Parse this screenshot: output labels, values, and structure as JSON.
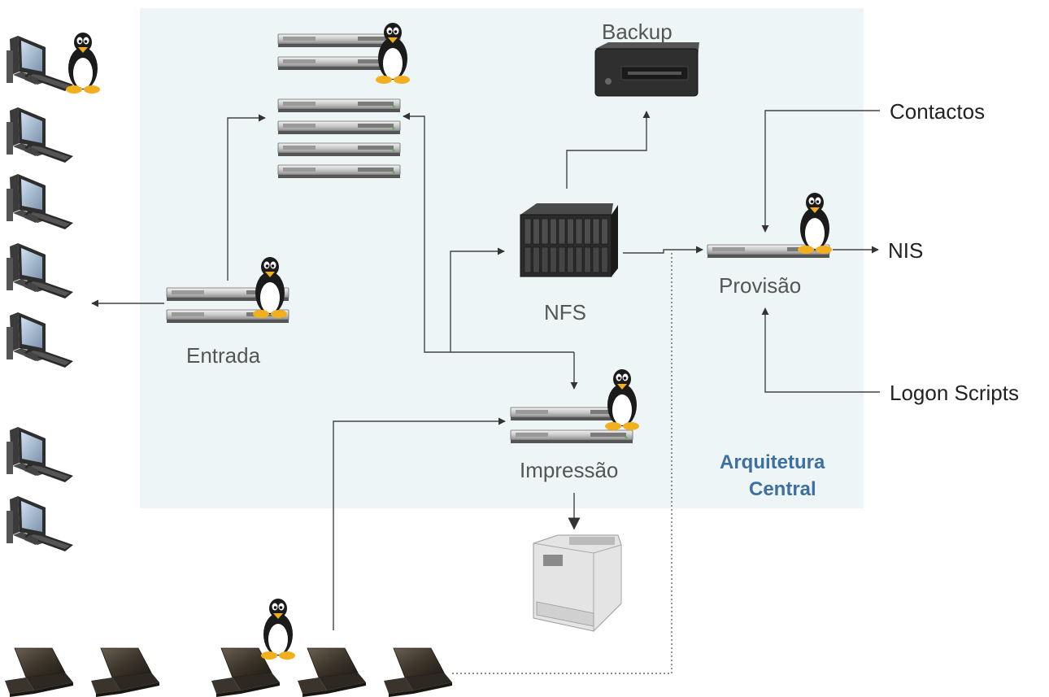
{
  "zone": {
    "title_line1": "Arquitetura",
    "title_line2": "Central",
    "background": "#edf5f6",
    "title_color": "#3d6fa0"
  },
  "labels": {
    "backup": "Backup",
    "nfs": "NFS",
    "provisao": "Provisão",
    "entrada": "Entrada",
    "impressao": "Impressão",
    "contactos": "Contactos",
    "nis": "NIS",
    "logon_scripts": "Logon Scripts"
  },
  "icons": {
    "server": "rack-server-icon",
    "linux": "tux-penguin-icon",
    "workstation": "desktop-workstation-icon",
    "laptop": "laptop-icon",
    "printer": "laser-printer-icon",
    "tape": "tape-backup-drive-icon",
    "blade": "blade-chassis-icon"
  }
}
